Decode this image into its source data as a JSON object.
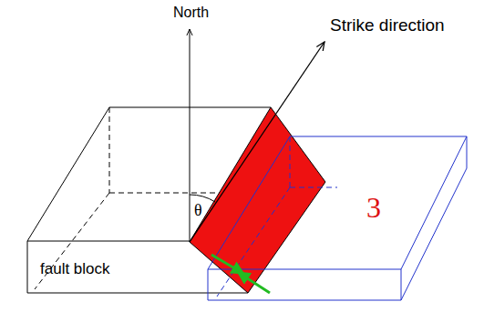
{
  "diagram": {
    "labels": [
      "North",
      "Strike direction",
      "θ",
      "fault block",
      "3"
    ]
  }
}
